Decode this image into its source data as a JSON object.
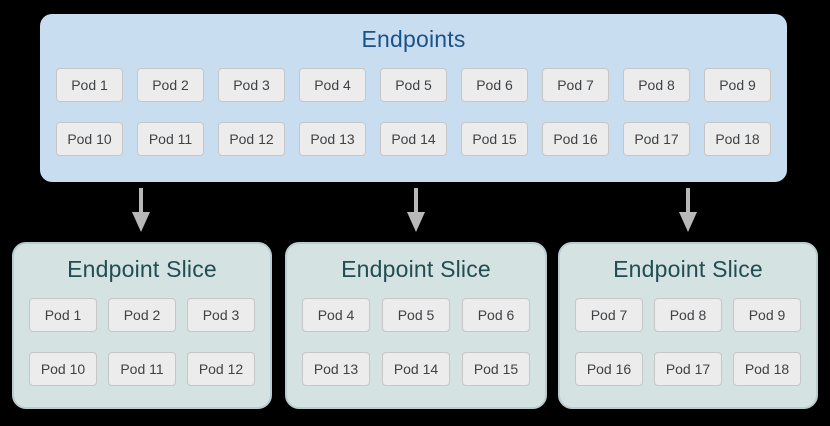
{
  "endpoints": {
    "title": "Endpoints",
    "pods": [
      "Pod 1",
      "Pod 2",
      "Pod 3",
      "Pod 4",
      "Pod 5",
      "Pod 6",
      "Pod 7",
      "Pod 8",
      "Pod 9",
      "Pod 10",
      "Pod 11",
      "Pod 12",
      "Pod 13",
      "Pod 14",
      "Pod 15",
      "Pod 16",
      "Pod 17",
      "Pod 18"
    ]
  },
  "slices": [
    {
      "title": "Endpoint Slice",
      "pods": [
        "Pod 1",
        "Pod 2",
        "Pod 3",
        "Pod 10",
        "Pod 11",
        "Pod 12"
      ]
    },
    {
      "title": "Endpoint Slice",
      "pods": [
        "Pod 4",
        "Pod 5",
        "Pod 6",
        "Pod 13",
        "Pod 14",
        "Pod 15"
      ]
    },
    {
      "title": "Endpoint Slice",
      "pods": [
        "Pod 7",
        "Pod 8",
        "Pod 9",
        "Pod 16",
        "Pod 17",
        "Pod 18"
      ]
    }
  ],
  "colors": {
    "background": "#000000",
    "endpoints_fill": "#c9ddf1",
    "endpoints_title": "#1b5287",
    "slice_fill": "#d4e2e2",
    "slice_border": "#b9cdd0",
    "slice_title": "#204e52",
    "pod_fill": "#ececec",
    "pod_border": "#c6c6c6",
    "pod_text": "#3f4245",
    "arrow": "#b8b8b8"
  }
}
